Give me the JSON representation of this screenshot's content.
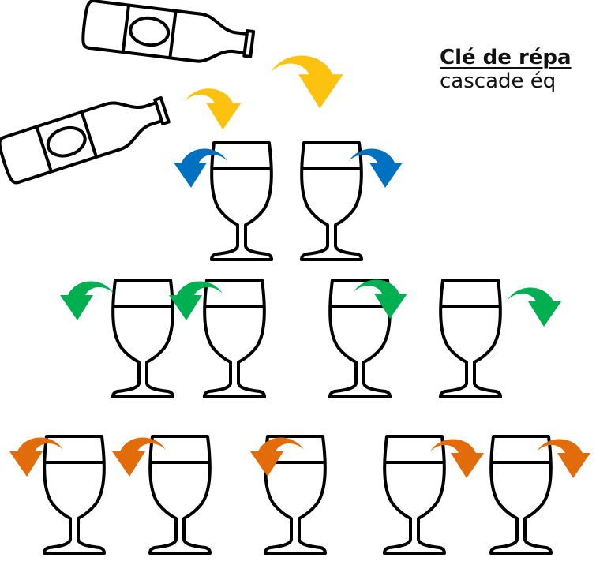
{
  "caption": {
    "title": "Clé de répa",
    "subtitle": "cascade éq"
  },
  "colors": {
    "bottle_pour_arrow": "#FDC10F",
    "tier1_arrow": "#0070C0",
    "tier2_arrow": "#00B050",
    "tier3_arrow": "#E36C0A",
    "outline": "#000000"
  },
  "icons": {
    "bottle": "wine-bottle-icon",
    "glass": "wine-glass-icon"
  },
  "pyramid": {
    "bottles": 2,
    "tiers": [
      {
        "name": "tier-1",
        "glasses": 2,
        "arrow_color": "blue"
      },
      {
        "name": "tier-2",
        "glasses": 4,
        "arrow_color": "green"
      },
      {
        "name": "tier-3",
        "glasses": 5,
        "arrow_color": "orange"
      }
    ]
  }
}
